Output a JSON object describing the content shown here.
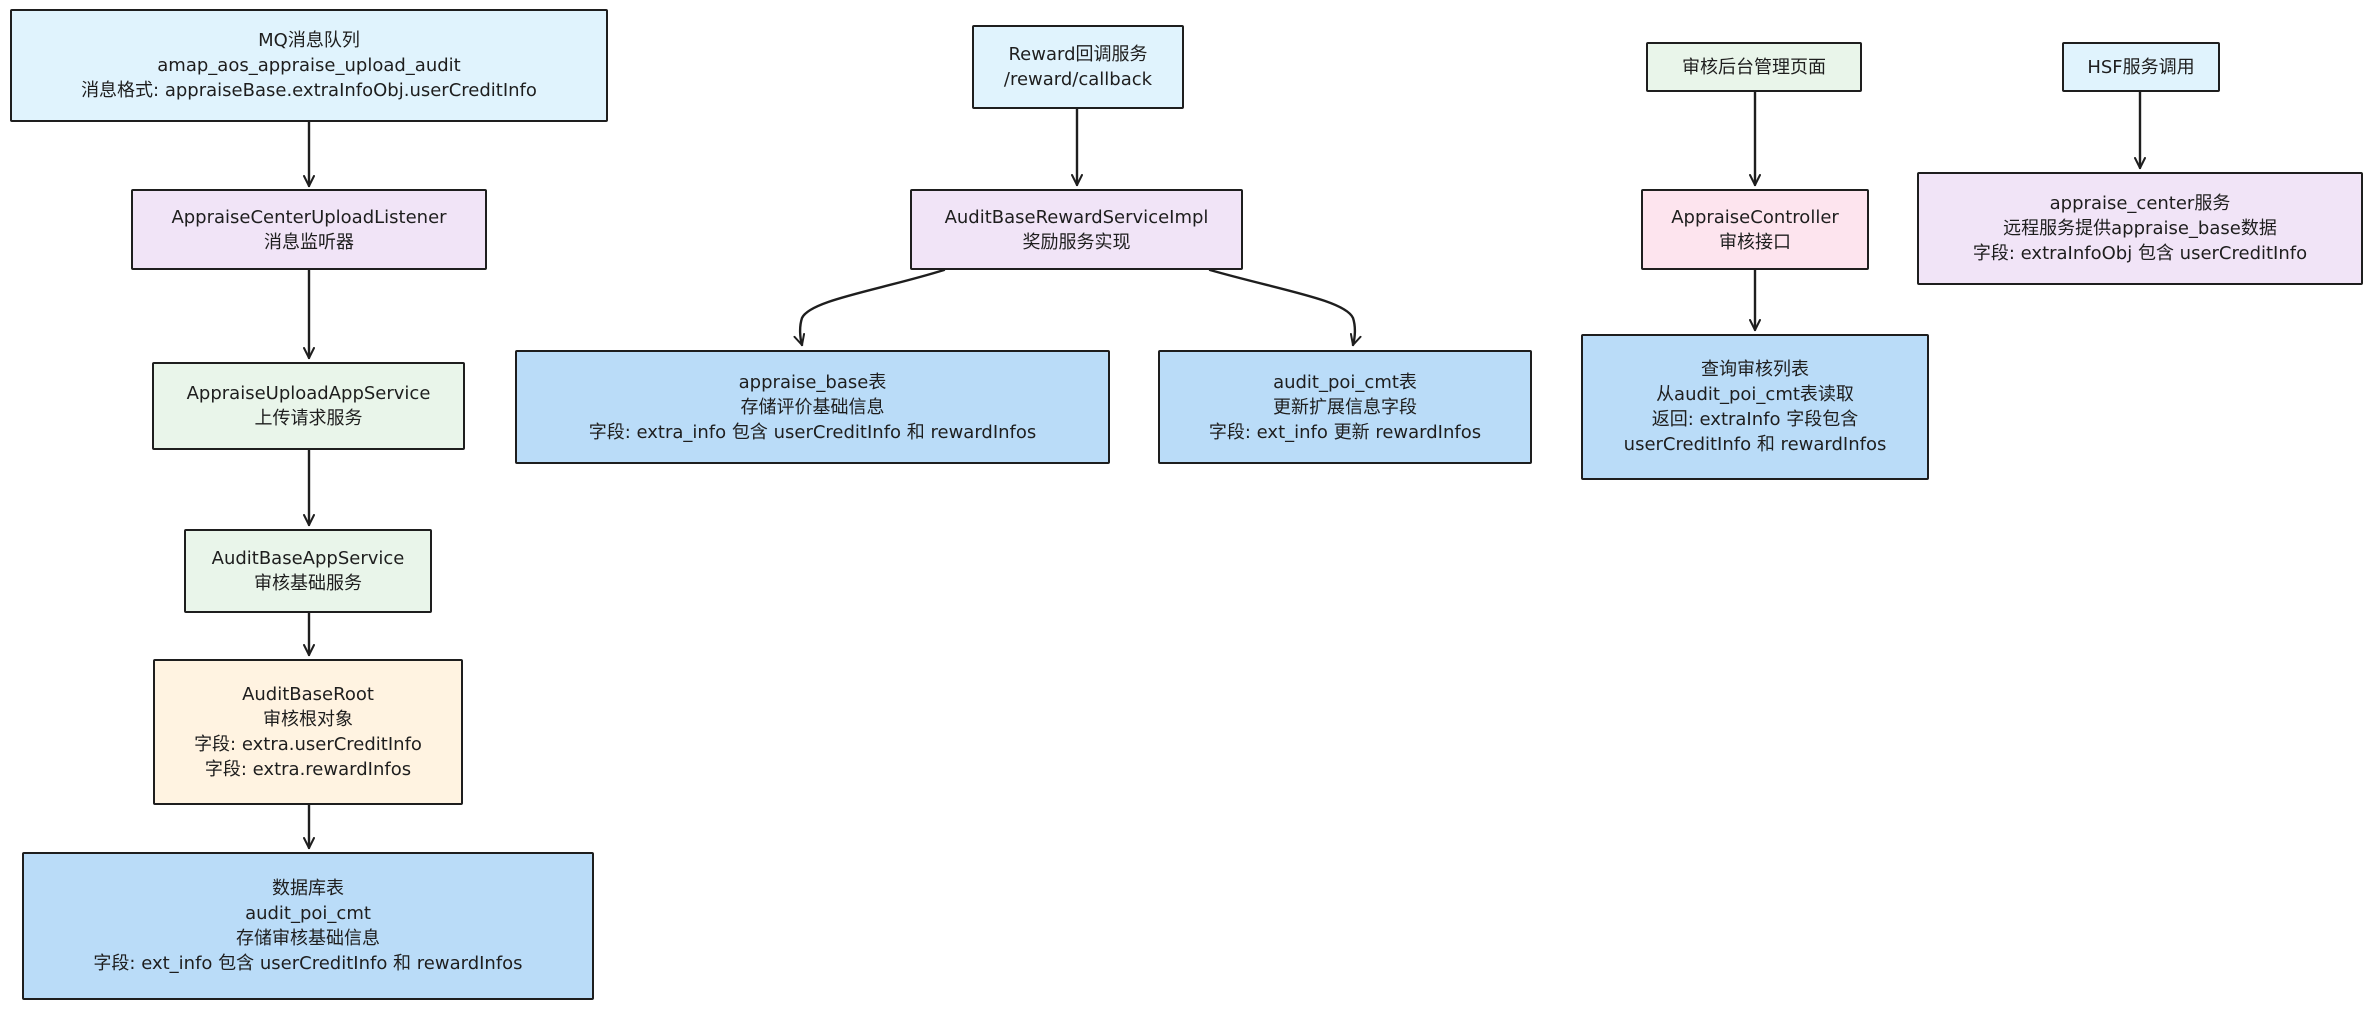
{
  "colors": {
    "stroke": "#1e1e1e",
    "light_blue": "#e0f3fd",
    "purple": "#f1e4f7",
    "green": "#e9f5ea",
    "orange": "#fff3e1",
    "blue": "#badcf8",
    "pink": "#fde4ee"
  },
  "nodes": {
    "mq_queue": {
      "lines": [
        "MQ消息队列",
        "amap_aos_appraise_upload_audit",
        "消息格式: appraiseBase.extraInfoObj.userCreditInfo"
      ]
    },
    "upload_listener": {
      "lines": [
        "AppraiseCenterUploadListener",
        "消息监听器"
      ]
    },
    "upload_app_service": {
      "lines": [
        "AppraiseUploadAppService",
        "上传请求服务"
      ]
    },
    "audit_base_app_service": {
      "lines": [
        "AuditBaseAppService",
        "审核基础服务"
      ]
    },
    "audit_base_root": {
      "lines": [
        "AuditBaseRoot",
        "审核根对象",
        "字段: extra.userCreditInfo",
        "字段: extra.rewardInfos"
      ]
    },
    "db_table": {
      "lines": [
        "数据库表",
        "audit_poi_cmt",
        "存储审核基础信息",
        "字段: ext_info 包含 userCreditInfo 和 rewardInfos"
      ]
    },
    "reward_callback": {
      "lines": [
        "Reward回调服务",
        "/reward/callback"
      ]
    },
    "reward_service_impl": {
      "lines": [
        "AuditBaseRewardServiceImpl",
        "奖励服务实现"
      ]
    },
    "appraise_base_table": {
      "lines": [
        "appraise_base表",
        "存储评价基础信息",
        "字段: extra_info 包含 userCreditInfo 和 rewardInfos"
      ]
    },
    "audit_poi_cmt_table": {
      "lines": [
        "audit_poi_cmt表",
        "更新扩展信息字段",
        "字段: ext_info 更新 rewardInfos"
      ]
    },
    "admin_page": {
      "lines": [
        "审核后台管理页面"
      ]
    },
    "appraise_controller": {
      "lines": [
        "AppraiseController",
        "审核接口"
      ]
    },
    "query_audit_list": {
      "lines": [
        "查询审核列表",
        "从audit_poi_cmt表读取",
        "返回: extraInfo 字段包含",
        "userCreditInfo 和 rewardInfos"
      ]
    },
    "hsf_call": {
      "lines": [
        "HSF服务调用"
      ]
    },
    "appraise_center": {
      "lines": [
        "appraise_center服务",
        "远程服务提供appraise_base数据",
        "字段: extraInfoObj 包含 userCreditInfo"
      ]
    }
  }
}
